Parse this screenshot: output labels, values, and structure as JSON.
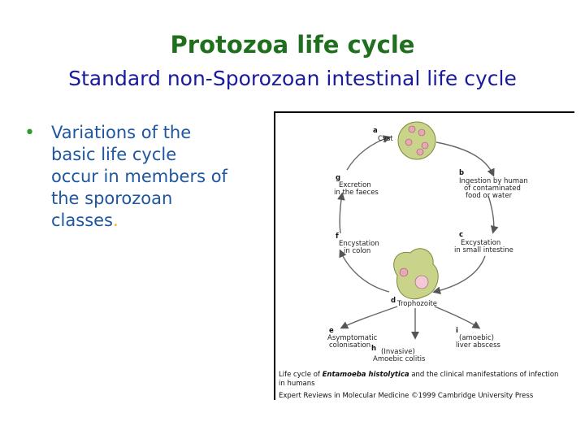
{
  "slide": {
    "title": "Protozoa life cycle",
    "subtitle": "Standard non-Sporozoan intestinal life cycle",
    "bullet": {
      "text": "Variations of the\nbasic life cycle\noccur in members of\nthe sporozoan\nclasses",
      "period": "."
    }
  },
  "figure": {
    "steps": {
      "a": {
        "letter": "a",
        "label": "Cyst"
      },
      "b": {
        "letter": "b",
        "line1": "Ingestion by human",
        "line2": "of contaminated",
        "line3": "food or water"
      },
      "c": {
        "letter": "c",
        "line1": "Excystation",
        "line2": "in small intestine"
      },
      "d": {
        "letter": "d",
        "label": "Trophozoite"
      },
      "e": {
        "letter": "e",
        "line1": "Asymptomatic",
        "line2": "colonisation"
      },
      "f": {
        "letter": "f",
        "line1": "Encystation",
        "line2": "in colon"
      },
      "g": {
        "letter": "g",
        "line1": "Excretion",
        "line2": "in the faeces"
      },
      "h": {
        "letter": "h",
        "line1": "(Invasive)",
        "line2": "Amoebic colitis"
      },
      "i": {
        "letter": "i",
        "line1": "(amoebic)",
        "line2": "liver abscess"
      }
    },
    "caption": {
      "part1": "Life cycle of ",
      "italic": "Entamoeba histolytica",
      "part2": " and the clinical manifestations of infection",
      "line2": "in humans",
      "source": "Expert Reviews in Molecular Medicine ©1999 Cambridge University Press"
    }
  }
}
